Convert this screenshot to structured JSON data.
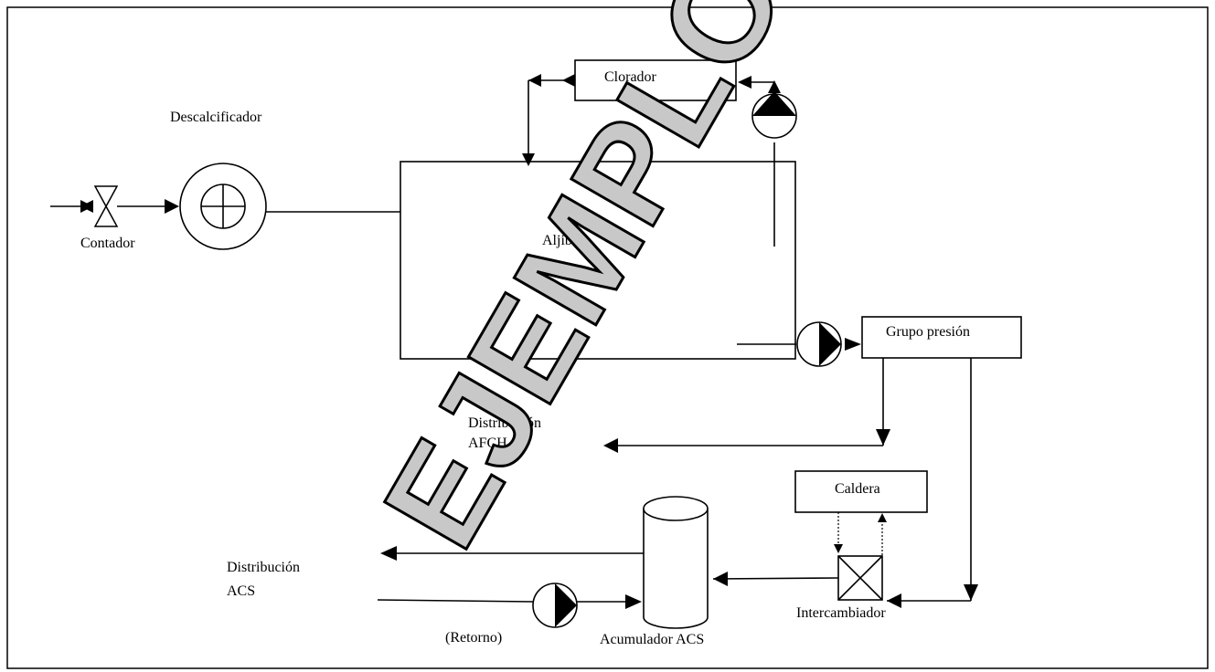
{
  "labels": {
    "descalcificador": "Descalcificador",
    "contador": "Contador",
    "clorador": "Clorador",
    "aljibe": "Aljibe",
    "grupo_presion": "Grupo presión",
    "distribucion_afch_1": "Distribución",
    "distribucion_afch_2": "AFCH",
    "caldera": "Caldera",
    "distribucion_acs_1": "Distribución",
    "distribucion_acs_2": "ACS",
    "retorno": "(Retorno)",
    "acumulador": "Acumulador ACS",
    "intercambiador": "Intercambiador"
  },
  "watermark": "EJEMPLO"
}
